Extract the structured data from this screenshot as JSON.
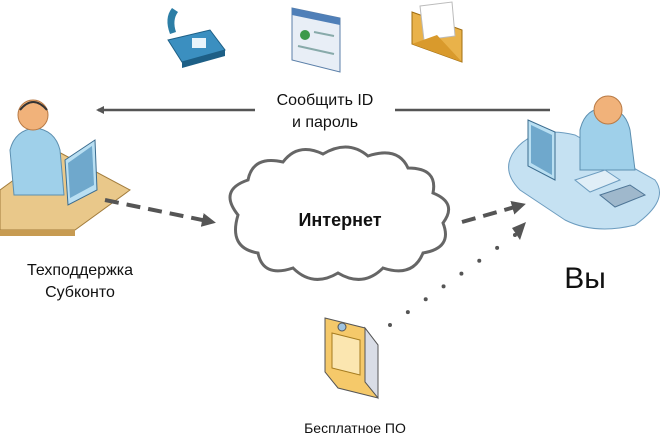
{
  "message": {
    "line1": "Сообщить ID",
    "line2": "и пароль"
  },
  "cloud": {
    "label": "Интернет"
  },
  "support": {
    "line1": "Техподдержка",
    "line2": "Субконто"
  },
  "you": {
    "label": "Вы"
  },
  "software": {
    "label": "Бесплатное ПО"
  },
  "colors": {
    "arrow": "#555555",
    "cloud_stroke": "#555555",
    "person": "#9fd0ea",
    "desk_left": "#e9c88a",
    "desk_right": "#c5e1f2"
  }
}
